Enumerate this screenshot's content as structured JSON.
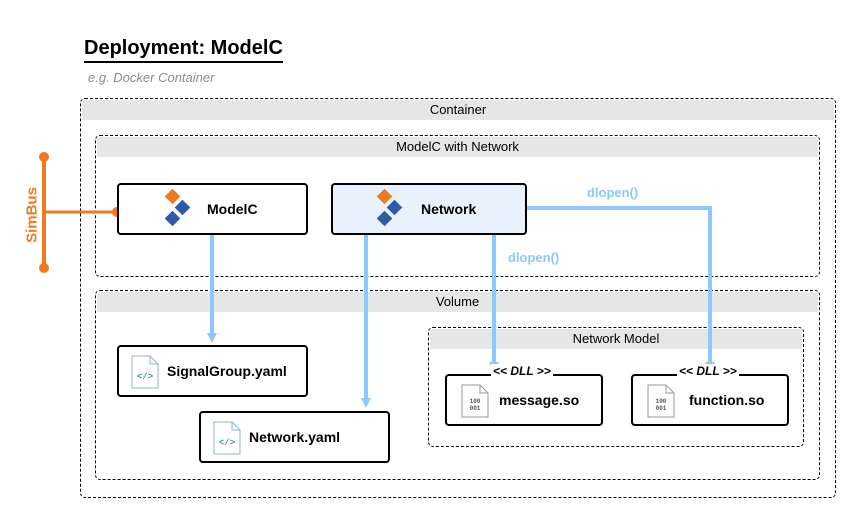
{
  "title": "Deployment: ModelC",
  "subtitle": "e.g. Docker Container",
  "groups": {
    "container": "Container",
    "modelc_with_network": "ModelC with Network",
    "volume": "Volume",
    "network_model": "Network Model"
  },
  "nodes": {
    "modelc": "ModelC",
    "network": "Network",
    "signalgroup": "SignalGroup.yaml",
    "network_yaml": "Network.yaml",
    "message": "message.so",
    "function": "function.so"
  },
  "stereotypes": {
    "message": "<< DLL >>",
    "function": "<< DLL >>"
  },
  "edge_labels": {
    "dlopen_function": "dlopen()",
    "dlopen_message": "dlopen()"
  },
  "simbus": "SimBus",
  "file_icon_text": {
    "code": "</>",
    "binary_line1": "100",
    "binary_line2": "001"
  },
  "colors": {
    "arrow": "#8ec6ff",
    "simbus": "#f07a1e",
    "diamond_orange": "#f07a1e",
    "diamond_blue": "#2b5ca8",
    "network_fill": "#e8f2fd"
  }
}
